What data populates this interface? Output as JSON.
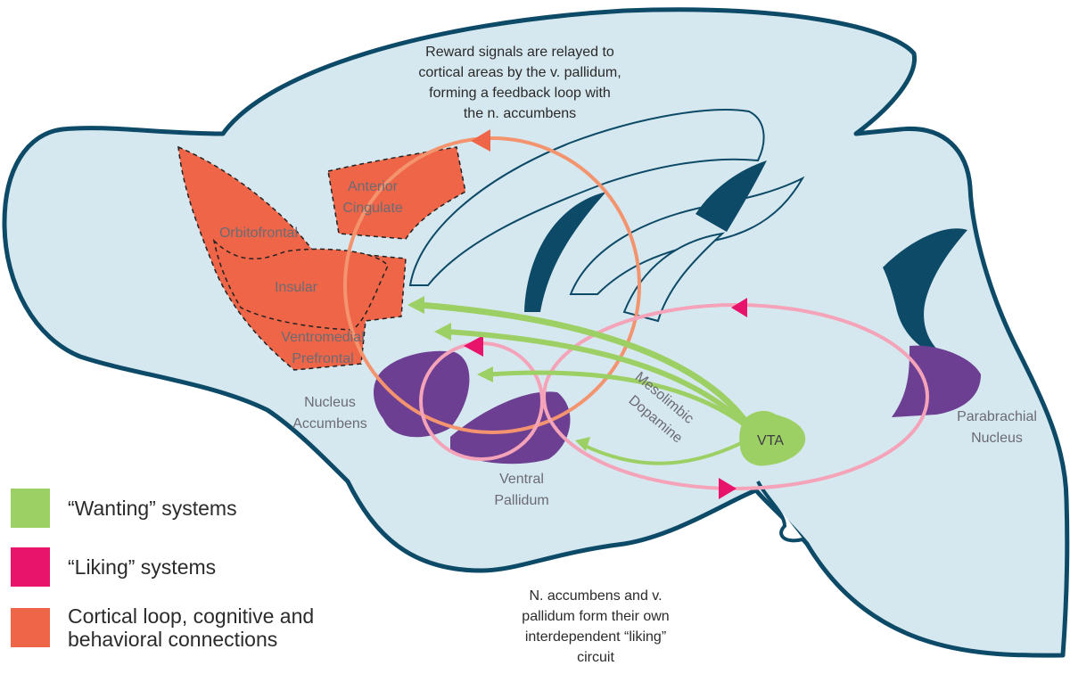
{
  "colors": {
    "brain": "#d6e8ef",
    "outline": "#0d4a68",
    "cortical": "#ef6548",
    "purple": "#6c3f93",
    "wanting": "#9dd064",
    "liking": "#e8136b",
    "liking_loop": "#f4a3b8",
    "cortical_loop": "#f3946f"
  },
  "captions": {
    "top_line1": "Reward signals are relayed to",
    "top_line2": "cortical areas by the v. pallidum,",
    "top_line3": "forming a feedback loop with",
    "top_line4": "the n. accumbens",
    "bottom_line1": "N. accumbens and v.",
    "bottom_line2": "pallidum form their own",
    "bottom_line3": "interdependent “liking”",
    "bottom_line4": "circuit"
  },
  "regions": {
    "anterior_line1": "Anterior",
    "anterior_line2": "Cingulate",
    "orbitofrontal": "Orbitofrontal",
    "insular": "Insular",
    "vmpfc_line1": "Ventromedial",
    "vmpfc_line2": "Prefrontal",
    "nacc_line1": "Nucleus",
    "nacc_line2": "Accumbens",
    "vp_line1": "Ventral",
    "vp_line2": "Pallidum",
    "meso_line1": "Mesolimbic",
    "meso_line2": "Dopamine",
    "vta": "VTA",
    "pb_line1": "Parabrachial",
    "pb_line2": "Nucleus"
  },
  "legend": [
    {
      "label": "“Wanting” systems",
      "color": "#9dd064"
    },
    {
      "label": "“Liking” systems",
      "color": "#e8136b"
    },
    {
      "label": "Cortical loop, cognitive and behavioral connections",
      "color": "#ef6548"
    }
  ]
}
